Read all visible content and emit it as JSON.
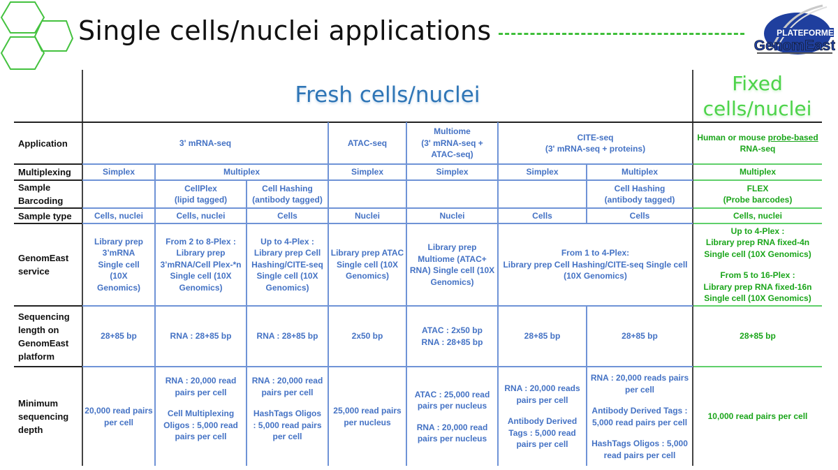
{
  "header": {
    "title": "Single cells/nuclei applications",
    "logo_text": "PLATEFORME GenomEast",
    "accent_green": "#3fbf3a",
    "fresh_blue": "#4472c4",
    "fixed_green": "#1aa51a"
  },
  "sections": {
    "fresh": "Fresh cells/nuclei",
    "fixed_line1": "Fixed",
    "fixed_line2": "cells/nuclei"
  },
  "row_labels": {
    "application": "Application",
    "multiplexing": "Multiplexing",
    "barcoding": "Sample Barcoding",
    "sample_type": "Sample type",
    "service": "GenomEast service",
    "seq_length": "Sequencing length on GenomEast platform",
    "depth": "Minimum sequencing depth"
  },
  "application": {
    "mrna": "3' mRNA-seq",
    "atac": "ATAC-seq",
    "multiome_line1": "Multiome",
    "multiome_line2": "(3' mRNA-seq + ATAC-seq)",
    "cite_line1": "CITE-seq",
    "cite_line2": "(3' mRNA-seq + proteins)",
    "fixed_pre": "Human or mouse ",
    "fixed_underlined": "probe-based",
    "fixed_post": "RNA-seq"
  },
  "multiplexing": {
    "c1": "Simplex",
    "c2_3": "Multiplex",
    "c4": "Simplex",
    "c5": "Simplex",
    "c6": "Simplex",
    "c7": "Multiplex",
    "fixed": "Multiplex"
  },
  "barcoding": {
    "c2_line1": "CellPlex",
    "c2_line2": "(lipid tagged)",
    "c3_line1": "Cell Hashing",
    "c3_line2": "(antibody tagged)",
    "c7_line1": "Cell Hashing",
    "c7_line2": "(antibody tagged)",
    "fixed_line1": "FLEX",
    "fixed_line2": "(Probe barcodes)"
  },
  "sample_type": {
    "c1": "Cells, nuclei",
    "c2": "Cells, nuclei",
    "c3": "Cells",
    "c4": "Nuclei",
    "c5": "Nuclei",
    "c6": "Cells",
    "c7": "Cells",
    "fixed": "Cells, nuclei"
  },
  "service": {
    "c1": "Library prep 3’mRNA Single cell (10X Genomics)",
    "c2_line1": "From 2 to 8-Plex :",
    "c2_line2": "Library prep 3’mRNA/Cell Plex-*n Single cell (10X Genomics)",
    "c3_line1": "Up to 4-Plex :",
    "c3_line2": "Library prep Cell Hashing/CITE-seq Single cell (10X Genomics)",
    "c4": "Library prep ATAC Single cell (10X Genomics)",
    "c5": "Library prep Multiome (ATAC+ RNA) Single cell (10X Genomics)",
    "c6_7_line1": "From 1 to 4-Plex:",
    "c6_7_line2": "Library prep Cell Hashing/CITE-seq Single cell (10X Genomics)",
    "fixed_a_line1": "Up to 4-Plex :",
    "fixed_a_line2": "Library prep RNA fixed-4n Single cell (10X Genomics)",
    "fixed_b_line1": "From 5 to 16-Plex :",
    "fixed_b_line2": "Library prep RNA fixed-16n Single cell (10X Genomics)"
  },
  "seq_length": {
    "c1": "28+85 bp",
    "c2": "RNA : 28+85 bp",
    "c3": "RNA : 28+85 bp",
    "c4": "2x50 bp",
    "c5_line1": "ATAC : 2x50 bp",
    "c5_line2": "RNA : 28+85 bp",
    "c6": "28+85 bp",
    "c7": "28+85 bp",
    "fixed": "28+85 bp"
  },
  "depth": {
    "c1": "20,000 read pairs per cell",
    "c2_a": "RNA : 20,000 read pairs per cell",
    "c2_b": "Cell Multiplexing Oligos : 5,000 read pairs per cell",
    "c3_a": "RNA : 20,000 read pairs per cell",
    "c3_b": "HashTags Oligos : 5,000 read pairs per cell",
    "c4": "25,000 read pairs per nucleus",
    "c5_a": "ATAC : 25,000 read pairs per nucleus",
    "c5_b": "RNA : 20,000 read pairs per nucleus",
    "c6_a": "RNA : 20,000 reads pairs per cell",
    "c6_b": "Antibody Derived Tags : 5,000 read pairs per cell",
    "c7_a": "RNA : 20,000 reads pairs per cell",
    "c7_b": "Antibody Derived Tags : 5,000 read pairs per cell",
    "c7_c": "HashTags Oligos : 5,000 read pairs per cell",
    "fixed": "10,000 read pairs per cell"
  }
}
